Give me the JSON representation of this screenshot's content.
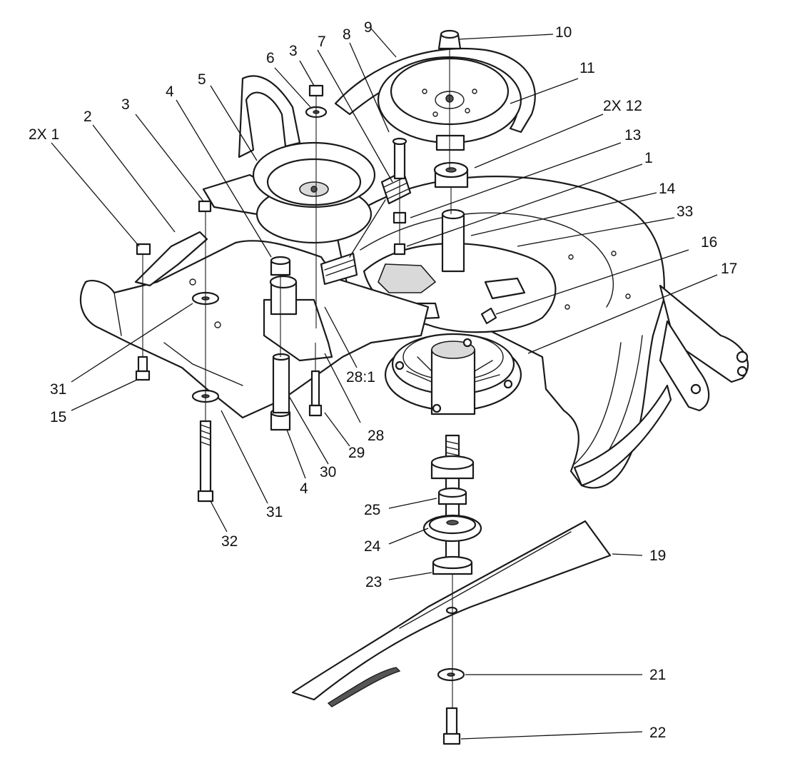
{
  "callouts": {
    "c10": "10",
    "c9": "9",
    "c8": "8",
    "c7": "7",
    "c3a": "3",
    "c6": "6",
    "c11": "11",
    "c5": "5",
    "c4a": "4",
    "c3b": "3",
    "c2x12": "2X 12",
    "c2": "2",
    "c2x1": "2X 1",
    "c13": "13",
    "c1": "1",
    "c14": "14",
    "c33": "33",
    "c16": "16",
    "c17": "17",
    "c31a": "31",
    "c15": "15",
    "c281": "28:1",
    "c28": "28",
    "c29": "29",
    "c30": "30",
    "c4b": "4",
    "c31b": "31",
    "c32": "32",
    "c25": "25",
    "c24": "24",
    "c23": "23",
    "c19": "19",
    "c21": "21",
    "c22": "22"
  }
}
